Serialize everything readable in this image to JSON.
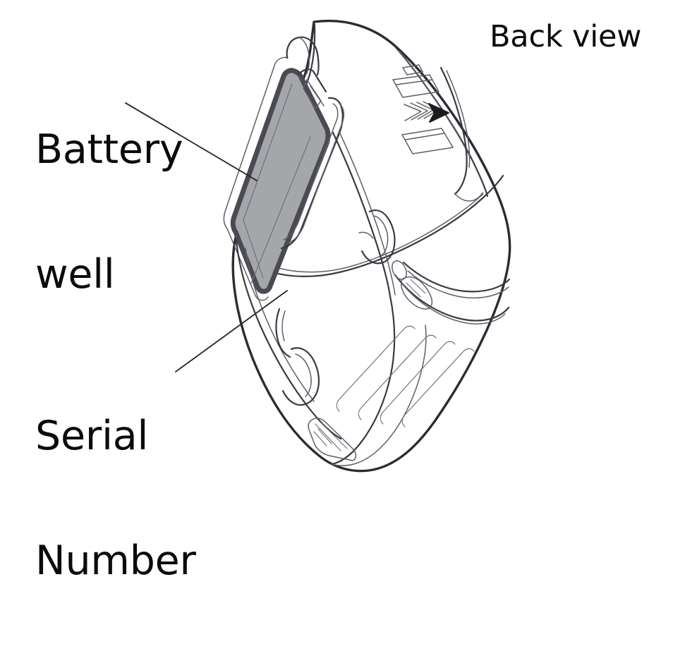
{
  "figure": {
    "title": "Back view",
    "type": "technical-line-illustration",
    "subject": "handheld device back cover with battery compartment",
    "background_color": "#ffffff",
    "line_color": "#2b2b33",
    "label_color": "#0b0b0b"
  },
  "labels": {
    "battery_well": {
      "line1": "Battery",
      "line2": "well"
    },
    "serial_number": {
      "line1": "Serial",
      "line2": "Number"
    },
    "back_view": "Back view"
  },
  "callouts": [
    {
      "name": "battery-well-callout",
      "text": "Battery well",
      "leader_from": [
        178,
        146
      ],
      "leader_to": [
        364,
        256
      ]
    },
    {
      "name": "serial-number-callout",
      "text": "Serial Number",
      "leader_from": [
        249,
        527
      ],
      "leader_to": [
        407,
        412
      ]
    }
  ],
  "parts": {
    "battery_well": {
      "name": "battery-well",
      "fill_color": "#a4a6aa",
      "stroke_color": "#4a4a52",
      "stroke_width": 7,
      "shape": "rounded tilted rectangle"
    },
    "battery_door_latch": {
      "name": "battery-door-latch",
      "arrow_color": "#1b1b1b",
      "slot_count": 2,
      "chevron_count": 4,
      "direction_marker": "filled triangle arrow pointing right"
    },
    "grip_slots": {
      "name": "grip-slots",
      "count": 4,
      "stroke_color": "#5a5a62"
    },
    "side_buttons": {
      "name": "side-button-cluster",
      "count": 2
    },
    "textured_pad": {
      "name": "textured-grip-pad",
      "position": "lower-left"
    }
  },
  "colors": {
    "outline_heavy": "#2b2b33",
    "outline_light": "#6b6b73",
    "well_fill": "#a4a6aa",
    "well_border": "#4a4a52",
    "arrow_fill": "#1b1b1b",
    "page_background": "#ffffff"
  }
}
